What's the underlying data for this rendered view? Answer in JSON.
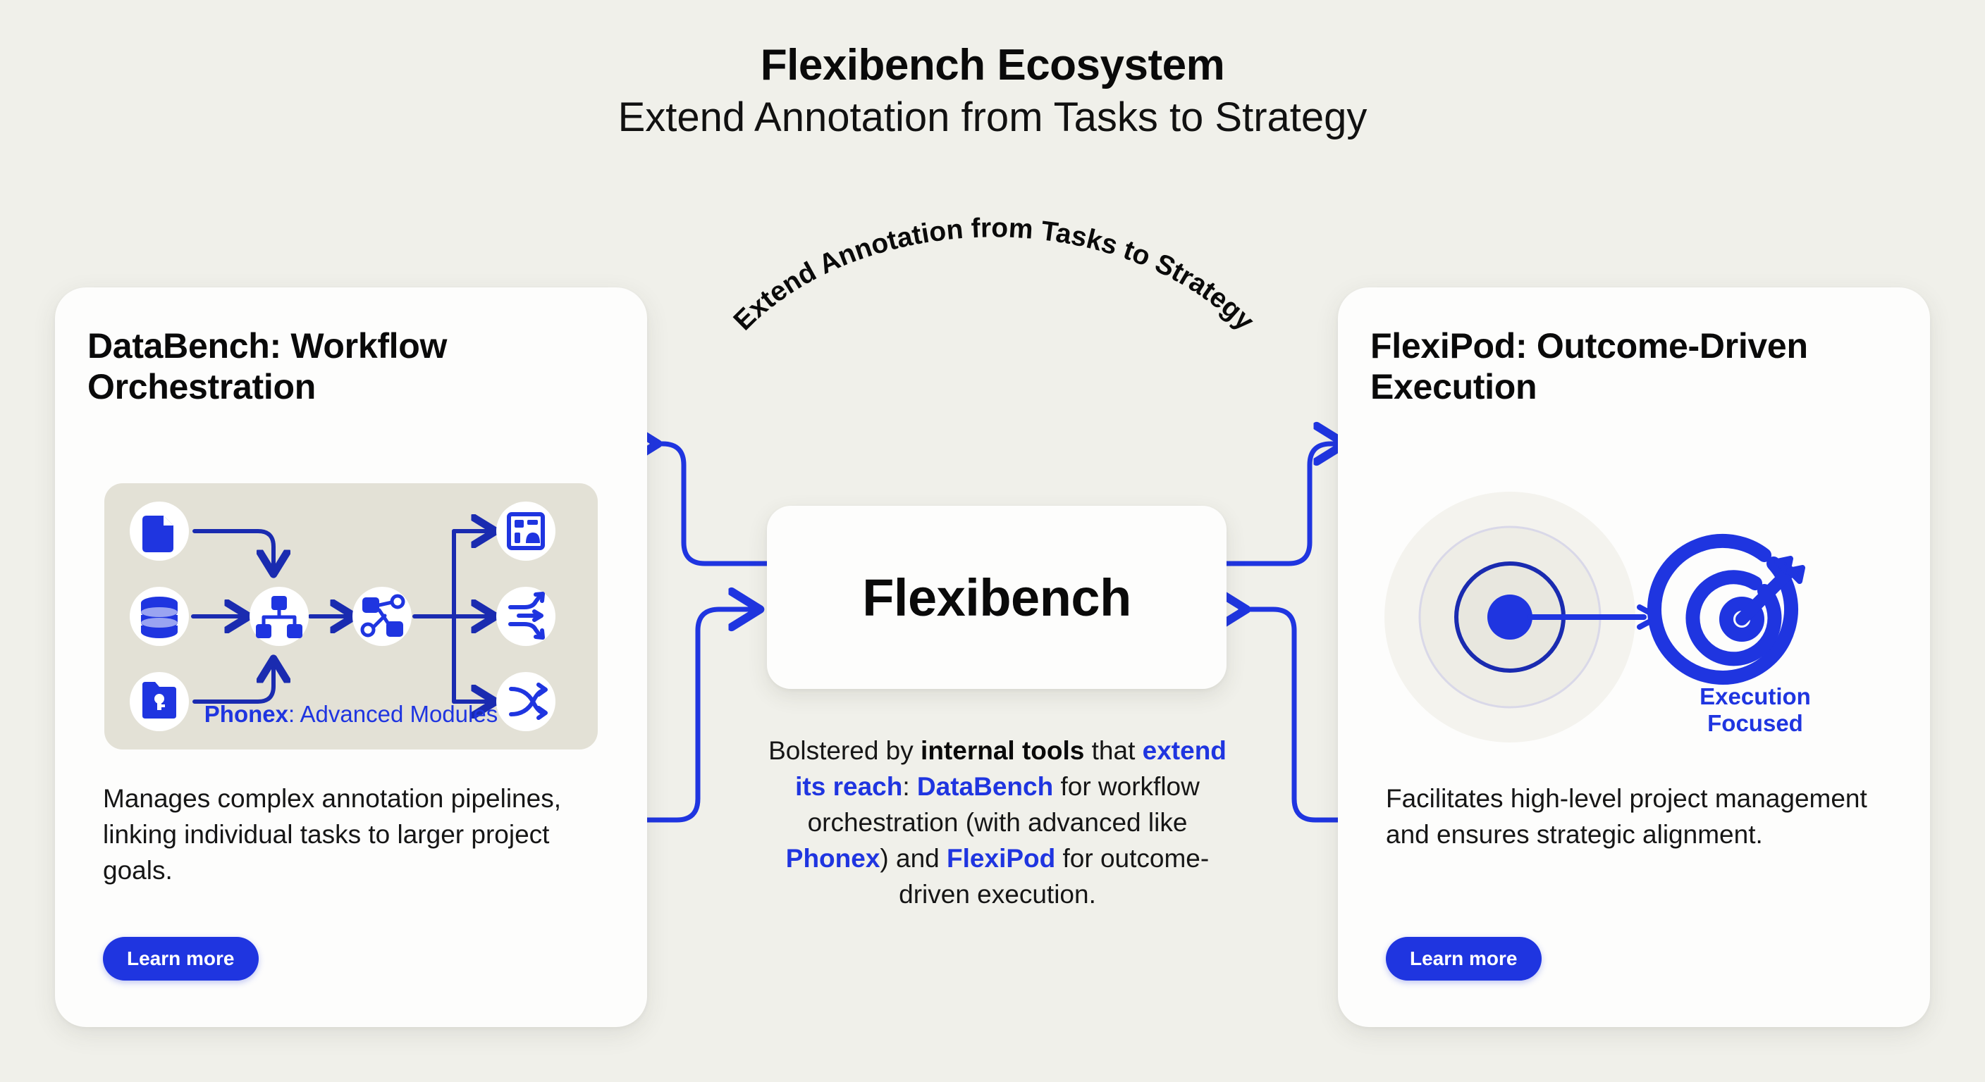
{
  "header": {
    "title": "Flexibench Ecosystem",
    "subtitle": "Extend Annotation from Tasks to Strategy"
  },
  "arc": {
    "label": "Extend Annotation from Tasks to Strategy"
  },
  "hub": {
    "label": "Flexibench",
    "description": {
      "part1": "Bolstered by ",
      "bold1": "internal tools",
      "part2": " that ",
      "hl1": "extend its reach",
      "part3": ": ",
      "hl2": "DataBench",
      "part4": " for workflow orchestration (with advanced like ",
      "hl3": "Phonex",
      "part5": ") and ",
      "hl4": "FlexiPod",
      "part6": " for outcome-driven execution."
    }
  },
  "left_card": {
    "title": "DataBench: Workflow Orchestration",
    "description": "Manages complex annotation pipelines, linking individual tasks to larger project goals.",
    "button_label": "Learn more",
    "panel": {
      "caption_bold": "Phonex",
      "caption_rest": ": Advanced Modules",
      "input_icons": [
        "document-icon",
        "database-icon",
        "locked-folder-icon"
      ],
      "process_icons": [
        "hierarchy-node-icon",
        "network-node-icon"
      ],
      "output_icons": [
        "dashboard-icon",
        "branching-arrows-icon",
        "shuffle-arrows-icon"
      ]
    }
  },
  "right_card": {
    "title": "FlexiPod: Outcome-Driven Execution",
    "description": "Facilitates high-level project management and ensures strategic alignment.",
    "button_label": "Learn more",
    "illustration": {
      "caption_line1": "Execution",
      "caption_line2": "Focused",
      "icons": [
        "concentric-rings-icon",
        "target-arrow-icon"
      ]
    }
  },
  "colors": {
    "background": "#f0f0ea",
    "card": "#fdfdfc",
    "accent_blue": "#1f35e0",
    "icon_blue": "#1f35e0",
    "deep_blue": "#1a2bb0",
    "panel": "#e3e1d6",
    "text": "#111111"
  }
}
